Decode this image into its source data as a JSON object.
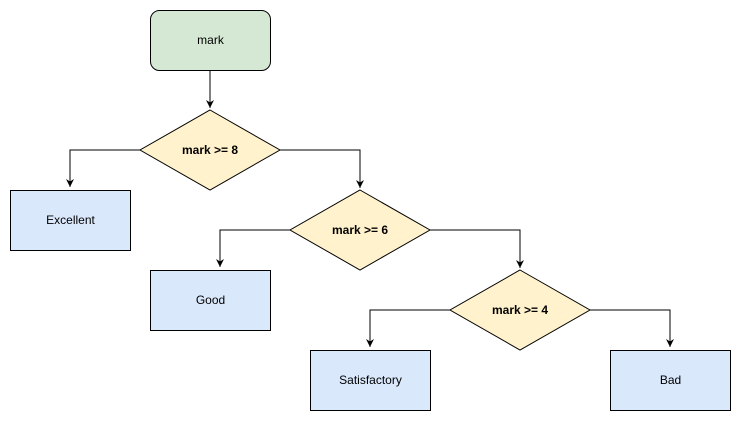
{
  "colors": {
    "start_fill": "#d5e8d4",
    "start_stroke": "#000000",
    "decision_fill": "#fff2cc",
    "decision_stroke": "#000000",
    "outcome_fill": "#dae8fc",
    "outcome_stroke": "#000000",
    "edge": "#000000"
  },
  "nodes": {
    "start": "mark",
    "decision_1": "mark >= 8",
    "decision_2": "mark >= 6",
    "decision_3": "mark >= 4",
    "excellent": "Excellent",
    "good": "Good",
    "satisfactory": "Satisfactory",
    "bad": "Bad"
  }
}
